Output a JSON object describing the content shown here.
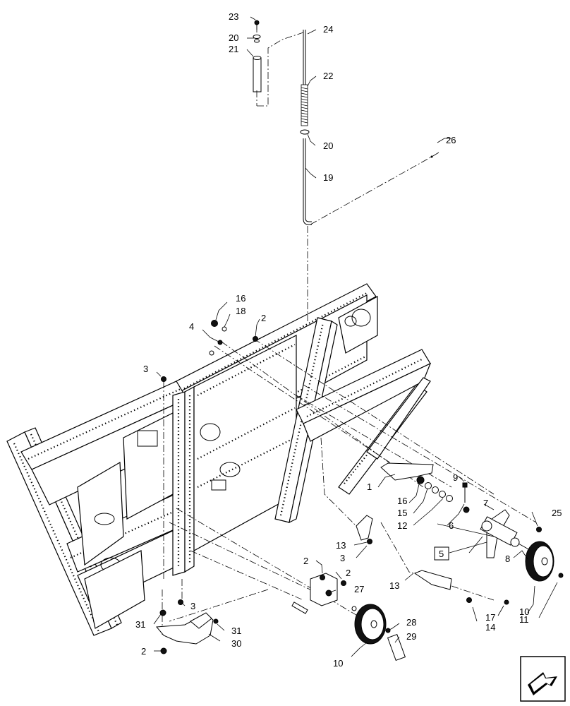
{
  "callouts": {
    "c23": "23",
    "c20a": "20",
    "c21": "21",
    "c24": "24",
    "c22": "22",
    "c20b": "20",
    "c26": "26",
    "c19": "19",
    "c16a": "16",
    "c18": "18",
    "c2a": "2",
    "c4": "4",
    "c3a": "3",
    "c1": "1",
    "c9": "9",
    "c16b": "16",
    "c15": "15",
    "c12": "12",
    "c6": "6",
    "c7": "7",
    "c25": "25",
    "c5": "5",
    "c13a": "13",
    "c3b": "3",
    "c8": "8",
    "c10a": "10",
    "c13b": "13",
    "c17": "17",
    "c14": "14",
    "c11": "11",
    "c2b": "2",
    "c2c": "2",
    "c27": "27",
    "c31a": "31",
    "c3c": "3",
    "c31b": "31",
    "c30": "30",
    "c2d": "2",
    "c28": "28",
    "c29": "29",
    "c10b": "10"
  },
  "icons": {
    "nav": "next-page-arrow-icon"
  }
}
